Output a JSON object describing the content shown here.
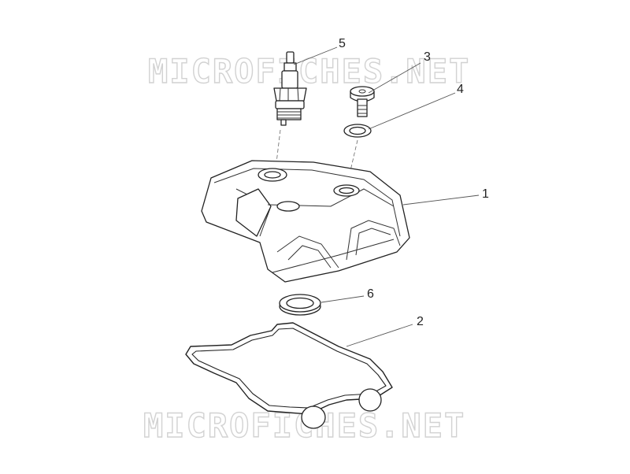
{
  "watermark": {
    "top": "MICROFICHES.NET",
    "bottom": "MICROFICHES.NET"
  },
  "callouts": {
    "cylinder_head_cover": "1",
    "gasket": "2",
    "screw": "3",
    "washer": "4",
    "spark_plug": "5",
    "seal_ring": "6"
  }
}
